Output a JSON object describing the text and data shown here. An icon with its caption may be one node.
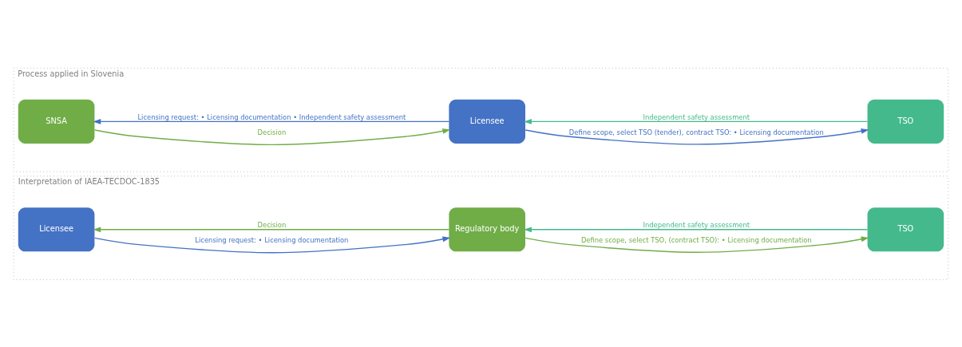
{
  "diagram": {
    "nodes": [
      {
        "text": [
          "Interpretation of IAEA-TECDOC-1835"
        ]
      },
      {
        "text": [
          "Licensee"
        ],
        "in": 0
      },
      {
        "text": [
          "Regulatory body"
        ],
        "in": 0
      },
      {
        "text": [
          "TSO"
        ],
        "in": 0
      },
      {
        "text": [
          "Process applied in Slovenia"
        ]
      },
      {
        "text": [
          "SNSA"
        ],
        "in": 4
      },
      {
        "text": [
          "Licensee"
        ],
        "in": 4
      },
      {
        "text": [
          "TSO"
        ],
        "in": 4
      }
    ],
    "edges": [
      {
        "from": 1,
        "to": 2,
        "arrow": "to",
        "label": "Licensing request: • Licensing documentation",
        "color": "#4472c4"
      },
      {
        "from": 2,
        "to": 1,
        "arrow": "to",
        "label": "Decision",
        "color": "#70ad47"
      },
      {
        "from": 2,
        "to": 3,
        "arrow": "to",
        "label": "Define scope, select TSO, (contract TSO): • Licensing documentation",
        "color": "#70ad47"
      },
      {
        "from": 3,
        "to": 2,
        "arrow": "to",
        "label": "Independent safety assessment",
        "color": "#44b98c"
      },
      {
        "from": 5,
        "to": 6,
        "arrow": "to",
        "label": "Decision",
        "color": "#70ad47"
      },
      {
        "from": 6,
        "to": 5,
        "arrow": "to",
        "label": "Licensing request: • Licensing documentation • Independent safety assessment",
        "color": "#4472c4"
      },
      {
        "from": 6,
        "to": 7,
        "arrow": "to",
        "label": "Define scope, select TSO (tender), contract TSO: • Licensing documentation",
        "color": "#4472c4"
      },
      {
        "from": 7,
        "to": 6,
        "arrow": "to",
        "label": "Independent safety assessment",
        "color": "#44b98c"
      }
    ]
  }
}
